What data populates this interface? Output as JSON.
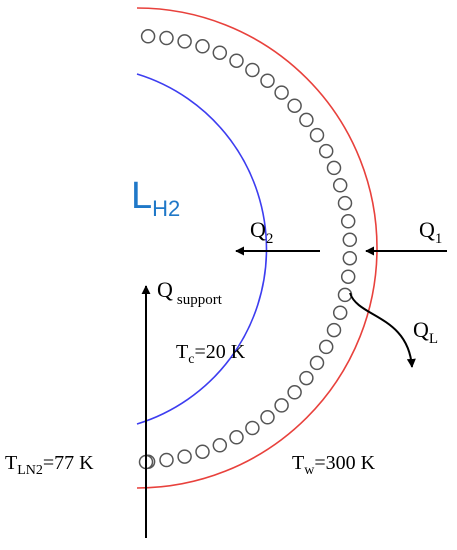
{
  "colors": {
    "outer_arc": "#e8413c",
    "inner_arc": "#3d3df0",
    "line": "#000000",
    "circle_stroke": "#555555",
    "lh2_text": "#1f78c8"
  },
  "labels": {
    "lh2": {
      "main": "L",
      "sub": "H2"
    },
    "q1": {
      "main": "Q",
      "sub": "1"
    },
    "q2": {
      "main": "Q",
      "sub": "2"
    },
    "ql": {
      "main": "Q",
      "sub": "L"
    },
    "qsupport": {
      "main": "Q",
      "sub": "support"
    },
    "tc": {
      "main": "T",
      "sub": "c",
      "rest": "=20 K"
    },
    "tln2": {
      "main": "T",
      "sub": "LN2",
      "rest": "=77 K"
    },
    "tw": {
      "main": "T",
      "sub": "w",
      "rest": "=300 K"
    }
  }
}
